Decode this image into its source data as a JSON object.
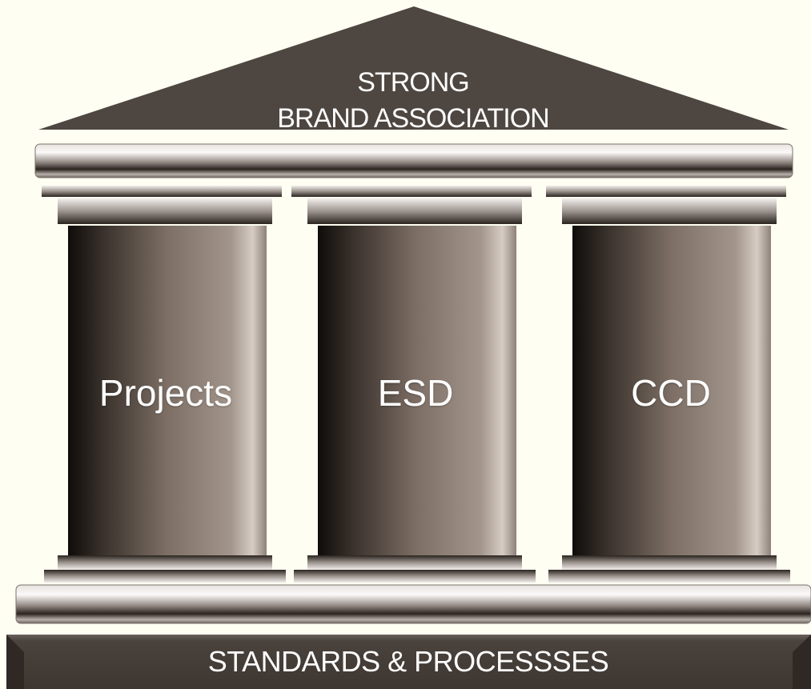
{
  "roof": {
    "line1": "STRONG",
    "line2": "BRAND ASSOCIATION"
  },
  "pillars": [
    {
      "label": "Projects"
    },
    {
      "label": "ESD"
    },
    {
      "label": "CCD"
    }
  ],
  "foundation": {
    "label": "STANDARDS & PROCESSSES"
  },
  "colors": {
    "background": "#fefef2",
    "roof": "#4e4640",
    "pillar_dark": "#1b1714",
    "pillar_mid": "#8a7a6e",
    "pillar_light": "#c8bbb0",
    "slab_light": "#f3f0ee",
    "slab_dark": "#2b2420",
    "text": "#ffffff"
  }
}
